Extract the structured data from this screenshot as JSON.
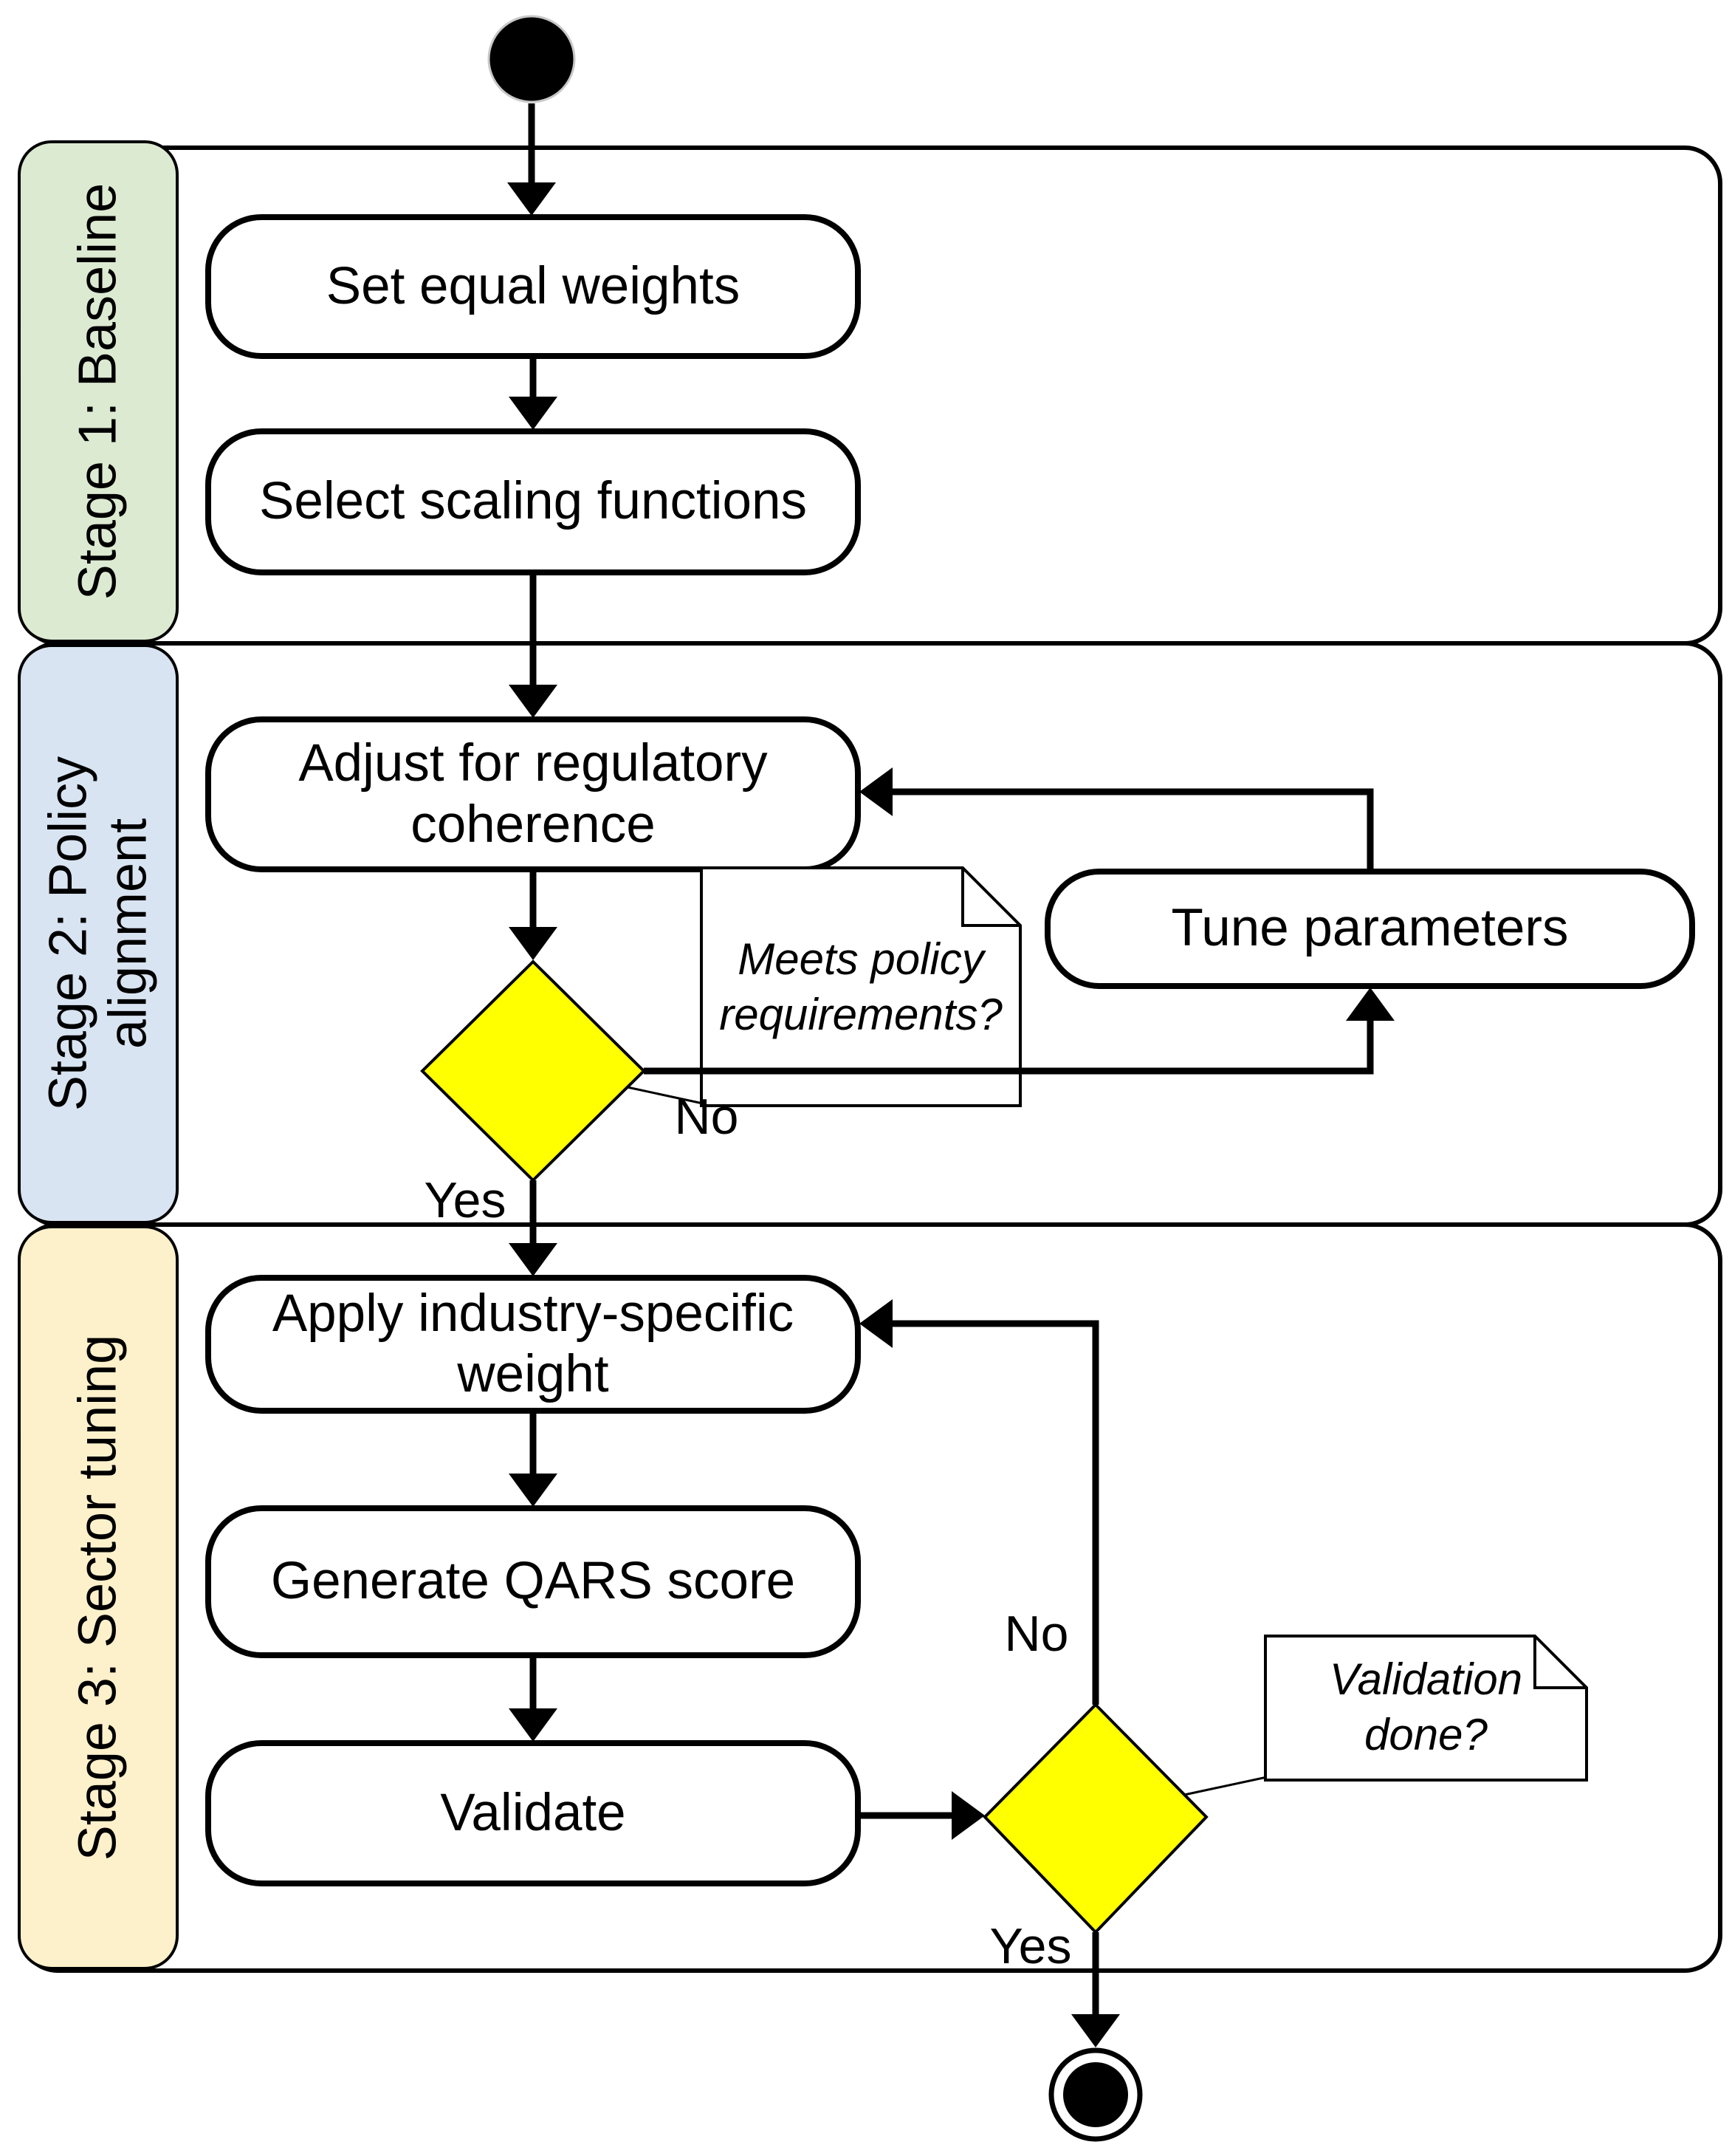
{
  "diagram_type": "uml-activity-flowchart",
  "stages": {
    "s1": {
      "label": "Stage 1: Baseline",
      "fill": "#dcead2"
    },
    "s2": {
      "label": "Stage 2: Policy\nalignment",
      "fill": "#d9e4f2"
    },
    "s3": {
      "label": "Stage 3: Sector tuning",
      "fill": "#fdf1cb"
    }
  },
  "nodes": {
    "setEqualWeights": {
      "label": "Set equal weights"
    },
    "selectScaling": {
      "label": "Select scaling functions"
    },
    "adjustRegulatory": {
      "label": "Adjust for regulatory\ncoherence"
    },
    "tuneParameters": {
      "label": "Tune parameters"
    },
    "applyIndustry": {
      "label": "Apply industry-specific\nweight"
    },
    "generateQars": {
      "label": "Generate QARS score"
    },
    "validate": {
      "label": "Validate"
    }
  },
  "decision1": {
    "note": "Meets policy\nrequirements?",
    "yesLabel": "Yes",
    "noLabel": "No"
  },
  "decision2": {
    "note": "Validation\ndone?",
    "yesLabel": "Yes",
    "noLabel": "No"
  },
  "colors": {
    "decisionFill": "#ffff00",
    "shapeFill": "#ffffff",
    "line": "#000000"
  }
}
